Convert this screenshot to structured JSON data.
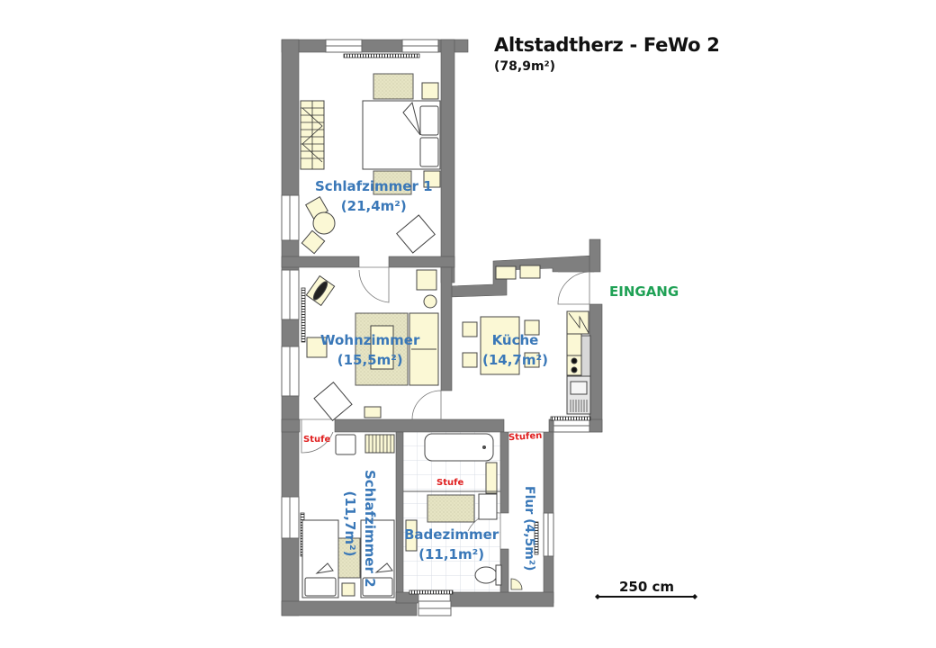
{
  "header": {
    "title": "Altstadtherz - FeWo 2",
    "total_area": "(78,9m²)"
  },
  "rooms": [
    {
      "id": "schlafzimmer-1",
      "name": "Schlafzimmer 1",
      "area": "(21,4m²)"
    },
    {
      "id": "wohnzimmer",
      "name": "Wohnzimmer",
      "area": "(15,5m²)"
    },
    {
      "id": "kueche",
      "name": "Küche",
      "area": "(14,7m²)"
    },
    {
      "id": "schlafzimmer-2",
      "name": "Schlafzimmer 2",
      "area": "(11,7m²)"
    },
    {
      "id": "badezimmer",
      "name": "Badezimmer",
      "area": "(11,1m²)"
    },
    {
      "id": "flur",
      "name": "Flur",
      "area": "(4,5m²)"
    }
  ],
  "annotations": {
    "entrance": "EINGANG",
    "step_bedroom2": "Stufe",
    "step_bathroom": "Stufe",
    "steps_hall": "Stufen"
  },
  "scale": {
    "label": "250 cm"
  },
  "colors": {
    "wall": "#7f7f7f",
    "furniture_fill": "#fbf8d5",
    "rug_fill": "#e4e2c0",
    "room_label": "#3a78b8",
    "step_label": "#e02020",
    "entrance_label": "#1fa155",
    "tile_grid": "#d8dde6"
  }
}
